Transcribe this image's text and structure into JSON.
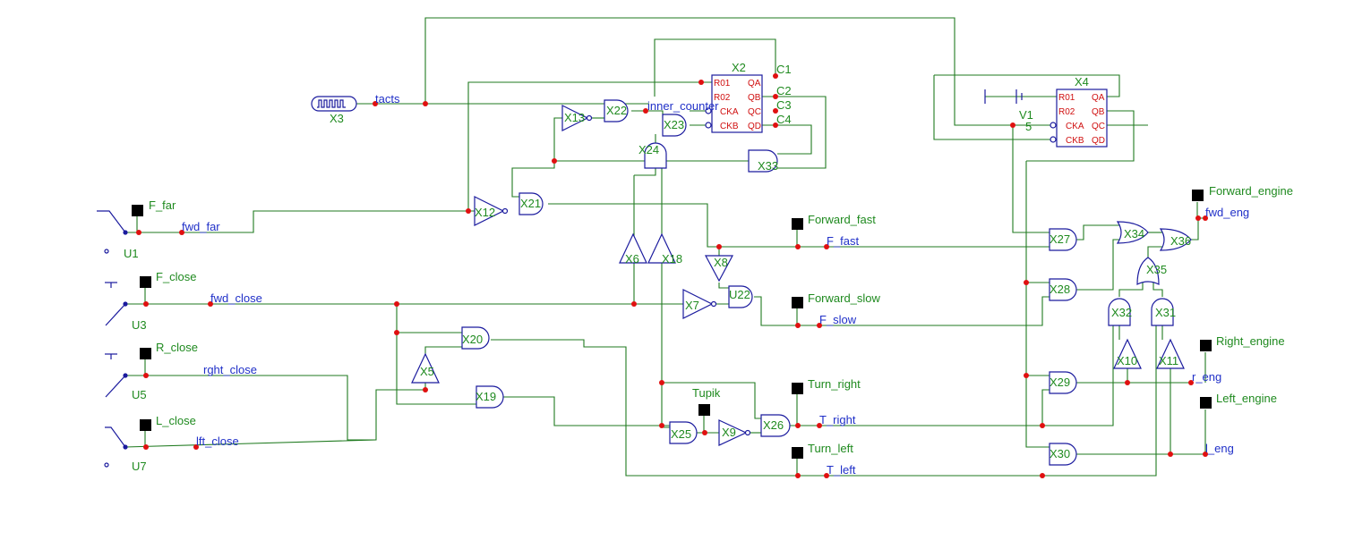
{
  "diagram": {
    "components": {
      "X2": "X2",
      "X3": "X3",
      "X4": "X4",
      "X5": "X5",
      "X6": "X6",
      "X7": "X7",
      "X8": "X8",
      "X9": "X9",
      "X10": "X10",
      "X11": "X11",
      "X12": "X12",
      "X13": "X13",
      "X18": "X18",
      "X19": "X19",
      "X20": "X20",
      "X21": "X21",
      "X22": "X22",
      "X23": "X23",
      "X24": "X24",
      "X25": "X25",
      "X26": "X26",
      "X27": "X27",
      "X28": "X28",
      "X29": "X29",
      "X30": "X30",
      "X31": "X31",
      "X32": "X32",
      "X33": "X33",
      "X34": "X34",
      "X35": "X35",
      "X36": "X36",
      "U1": "U1",
      "U3": "U3",
      "U5": "U5",
      "U7": "U7",
      "U22": "U22",
      "V1": "V1",
      "V1_value": "5"
    },
    "probes": {
      "C1": "C1",
      "C2": "C2",
      "C3": "C3",
      "C4": "C4",
      "F_far": "F_far",
      "F_close": "F_close",
      "R_close": "R_close",
      "L_close": "L_close",
      "Forward_fast": "Forward_fast",
      "Forward_slow": "Forward_slow",
      "Turn_right": "Turn_right",
      "Turn_left": "Turn_left",
      "Tupik": "Tupik",
      "Forward_engine": "Forward_engine",
      "Right_engine": "Right_engine",
      "Left_engine": "Left_engine"
    },
    "nets": {
      "tacts": "tacts",
      "inner_counter": "inner_counter",
      "fwd_far": "fwd_far",
      "fwd_close": "fwd_close",
      "rght_close": "rght_close",
      "lft_close": "lft_close",
      "F_fast": "F_fast",
      "F_slow": "F_slow",
      "T_right": "T_right",
      "T_left": "T_left",
      "fwd_eng": "fwd_eng",
      "r_eng": "r_eng",
      "l_eng": "l_eng"
    },
    "pins": {
      "R01": "R01",
      "R02": "R02",
      "CKA": "CKA",
      "CKB": "CKB",
      "QA": "QA",
      "QB": "QB",
      "QC": "QC",
      "QD": "QD"
    }
  }
}
